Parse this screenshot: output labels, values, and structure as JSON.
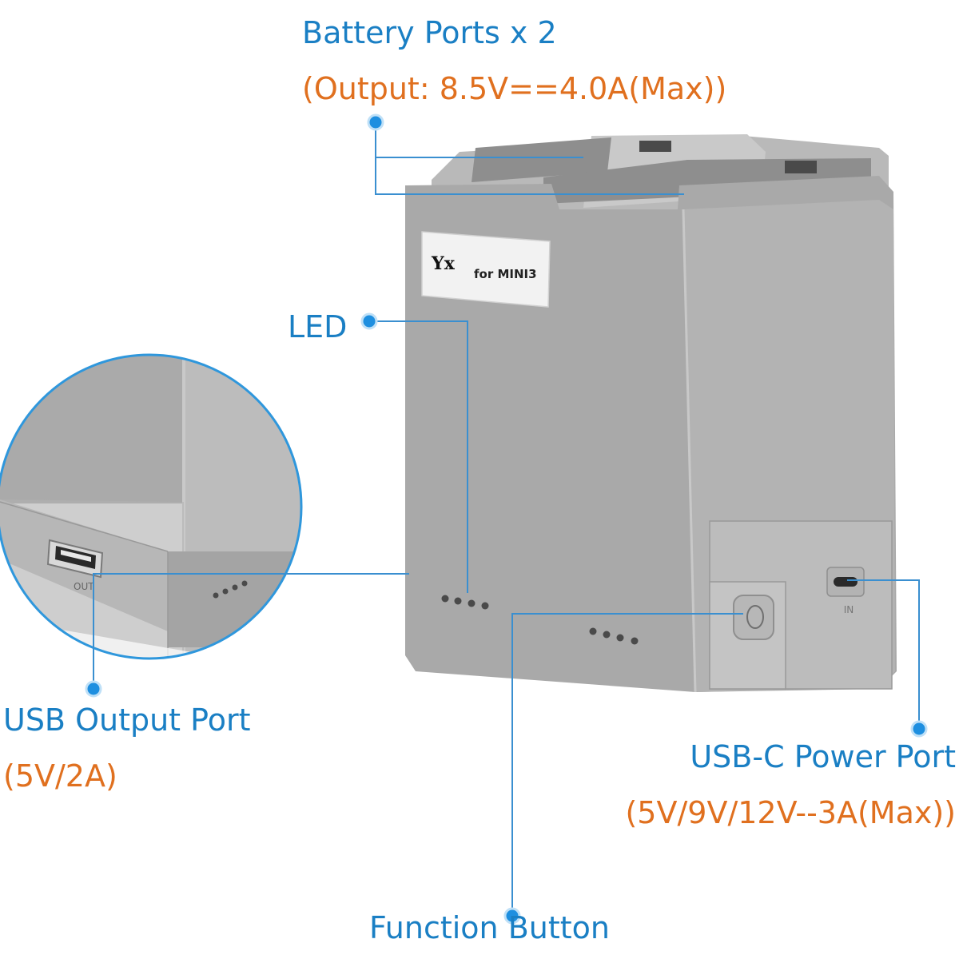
{
  "labels": {
    "battery_ports": "Battery Ports x 2",
    "battery_output": "(Output: 8.5V==4.0A(Max))",
    "led": "LED",
    "usb_output": "USB Output Port",
    "usb_output_spec": "(5V/2A)",
    "usbc_power": "USB-C Power Port",
    "usbc_power_spec": "(5V/9V/12V--3A(Max))",
    "function_button": "Function Button"
  },
  "device": {
    "brand_logo": "Yx",
    "model_label": "for MINI3",
    "out_label": "OUT",
    "in_label": "IN"
  },
  "colors": {
    "callout_blue": "#1a7fc4",
    "spec_orange": "#e0701f",
    "body_gray": "#a9a9a9",
    "body_light": "#c2c2c2"
  }
}
